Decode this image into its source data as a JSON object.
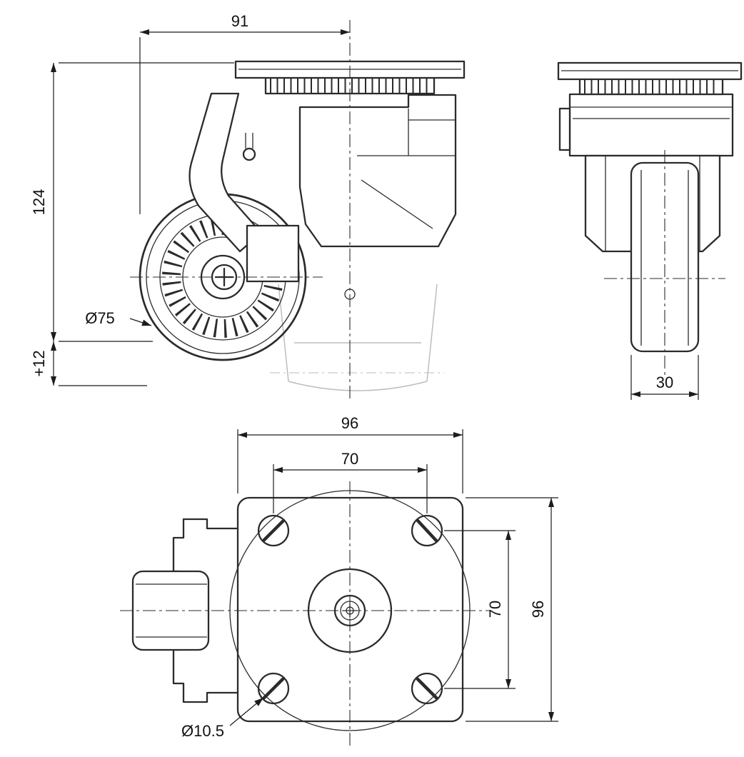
{
  "drawing": {
    "type": "technical-drawing",
    "subject": "Leveling caster - three orthographic views",
    "line_color": "#2b2b2b",
    "ghost_line_color": "#bdbdbd",
    "background": "#ffffff",
    "front_view": {
      "dim_width": "91",
      "dim_height": "124",
      "dim_wheel_dia": "Ø75",
      "dim_lift": "+12"
    },
    "side_view": {
      "dim_wheel_width": "30"
    },
    "bottom_view": {
      "dim_plate_width": "96",
      "dim_bolt_spacing_x": "70",
      "dim_bolt_spacing_y": "70",
      "dim_plate_height": "96",
      "dim_hole_dia": "Ø10.5"
    }
  }
}
